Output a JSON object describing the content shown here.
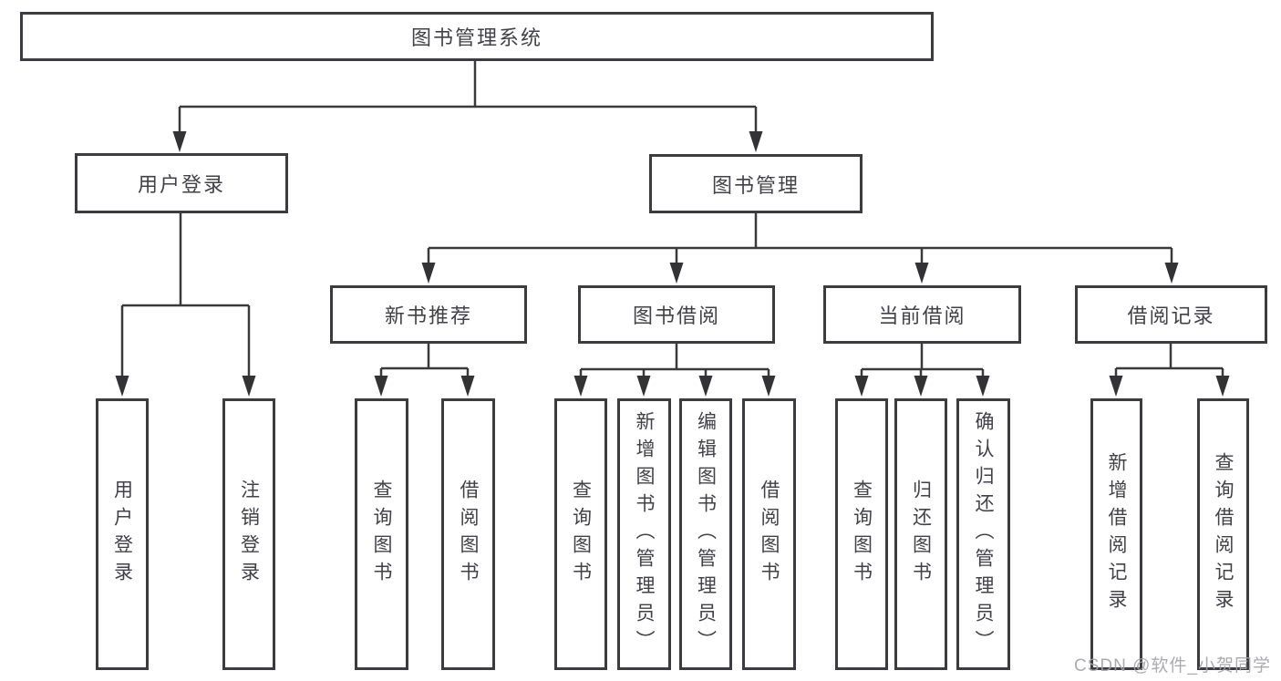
{
  "diagram": {
    "tree": {
      "label": "图书管理系统",
      "children": [
        {
          "label": "用户登录",
          "children": [
            {
              "label": "用户登录"
            },
            {
              "label": "注销登录"
            }
          ]
        },
        {
          "label": "图书管理",
          "children": [
            {
              "label": "新书推荐",
              "children": [
                {
                  "label": "查询图书"
                },
                {
                  "label": "借阅图书"
                }
              ]
            },
            {
              "label": "图书借阅",
              "children": [
                {
                  "label": "查询图书"
                },
                {
                  "label": "新增图书（管理员）"
                },
                {
                  "label": "编辑图书（管理员）"
                },
                {
                  "label": "借阅图书"
                }
              ]
            },
            {
              "label": "当前借阅",
              "children": [
                {
                  "label": "查询图书"
                },
                {
                  "label": "归还图书"
                },
                {
                  "label": "确认归还（管理员）"
                }
              ]
            },
            {
              "label": "借阅记录",
              "children": [
                {
                  "label": "新增借阅记录"
                },
                {
                  "label": "查询借阅记录"
                }
              ]
            }
          ]
        }
      ]
    },
    "watermark": "CSDN @软件_小贺同学",
    "colors": {
      "line": "#3a3a3a",
      "box_border": "#3b3b40",
      "text": "#414147",
      "watermark": "#a3a3a6",
      "background": "#ffffff"
    }
  }
}
